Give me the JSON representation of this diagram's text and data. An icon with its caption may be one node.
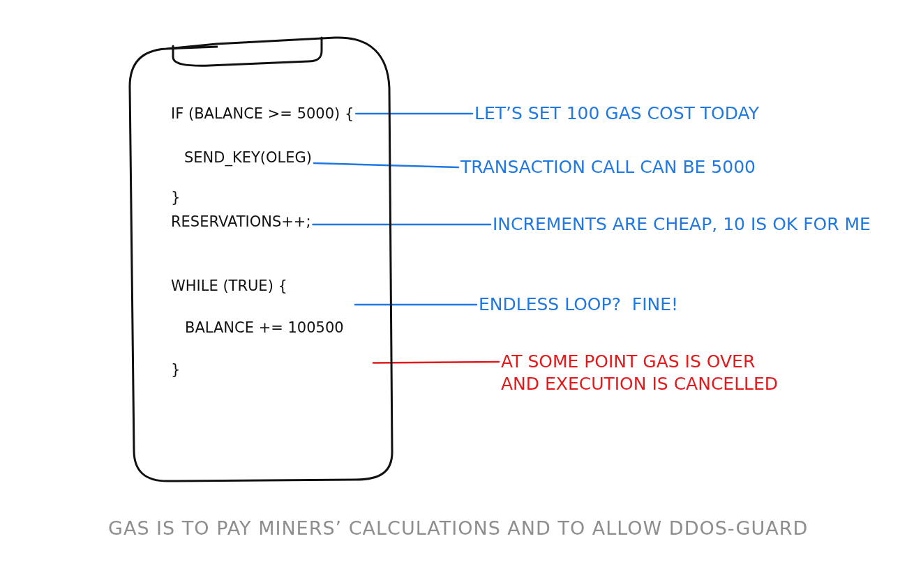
{
  "diagram": {
    "caption": "GAS IS TO PAY MINERS’ CALCULATIONS AND TO ALLOW DDOS-GUARD",
    "nodes": [
      {
        "text": [],
        "shape": "phone"
      },
      {
        "text": [
          "IF (BALANCE >= 5000) {"
        ],
        "in": 0
      },
      {
        "text": [
          "SEND_KEY(OLEG)"
        ],
        "in": 0
      },
      {
        "text": [
          "}"
        ],
        "in": 0
      },
      {
        "text": [
          "RESERVATIONS++;"
        ],
        "in": 0
      },
      {
        "text": [
          "WHILE (TRUE) {"
        ],
        "in": 0
      },
      {
        "text": [
          "BALANCE += 100500"
        ],
        "in": 0
      },
      {
        "text": [
          "}"
        ],
        "in": 0
      },
      {
        "text": [
          "LET’S SET 100 GAS COST TODAY"
        ]
      },
      {
        "text": [
          "TRANSACTION CALL CAN BE 5000"
        ]
      },
      {
        "text": [
          "INCREMENTS ARE CHEAP, 10 IS OK FOR ME"
        ]
      },
      {
        "text": [
          "ENDLESS LOOP?  FINE!"
        ]
      },
      {
        "text": [
          "AT SOME POINT GAS IS OVER AND EXECUTION IS CANCELLED"
        ]
      }
    ],
    "edges": [
      {
        "from": 8,
        "to": 1,
        "arrow": "none"
      },
      {
        "from": 9,
        "to": 2,
        "arrow": "none"
      },
      {
        "from": 10,
        "to": 4,
        "arrow": "none"
      },
      {
        "from": 11,
        "to": null,
        "arrow": "none"
      },
      {
        "from": 12,
        "to": null,
        "arrow": "none",
        "color": "#e3191b"
      }
    ]
  }
}
